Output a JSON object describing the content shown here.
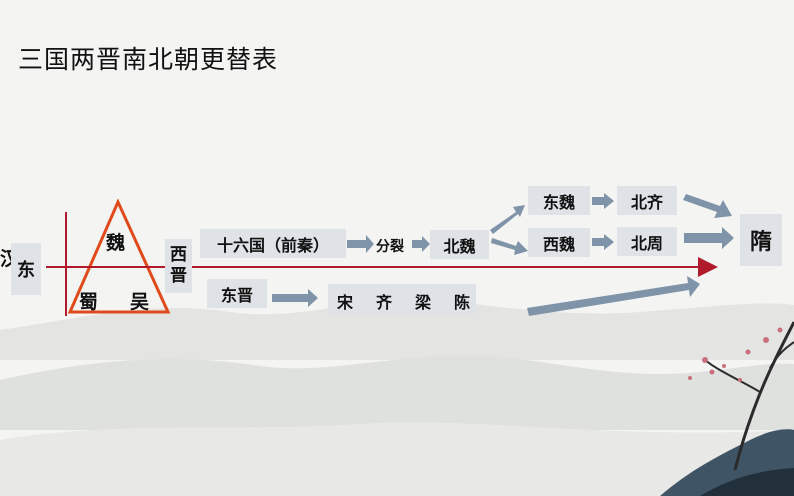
{
  "title": "三国两晋南北朝更替表",
  "nodes": {
    "han": "汉",
    "dong": "东",
    "wei": "魏",
    "shu": "蜀",
    "wu": "吴",
    "xijin_1": "西",
    "xijin_2": "晋",
    "shiliuguo": "十六国（前秦）",
    "fenlie": "分裂",
    "beiwei": "北魏",
    "dongwei": "东魏",
    "xiwei": "西魏",
    "beiqi": "北齐",
    "beizhou": "北周",
    "sui": "隋",
    "dongjin": "东晋",
    "song": "宋",
    "qi": "齐",
    "liang": "梁",
    "chen": "陈"
  },
  "colors": {
    "box": "#dfe3e7",
    "arrow": "#7f93a9",
    "timeline": "#b01a2a",
    "triangle": "#e04a1b"
  }
}
